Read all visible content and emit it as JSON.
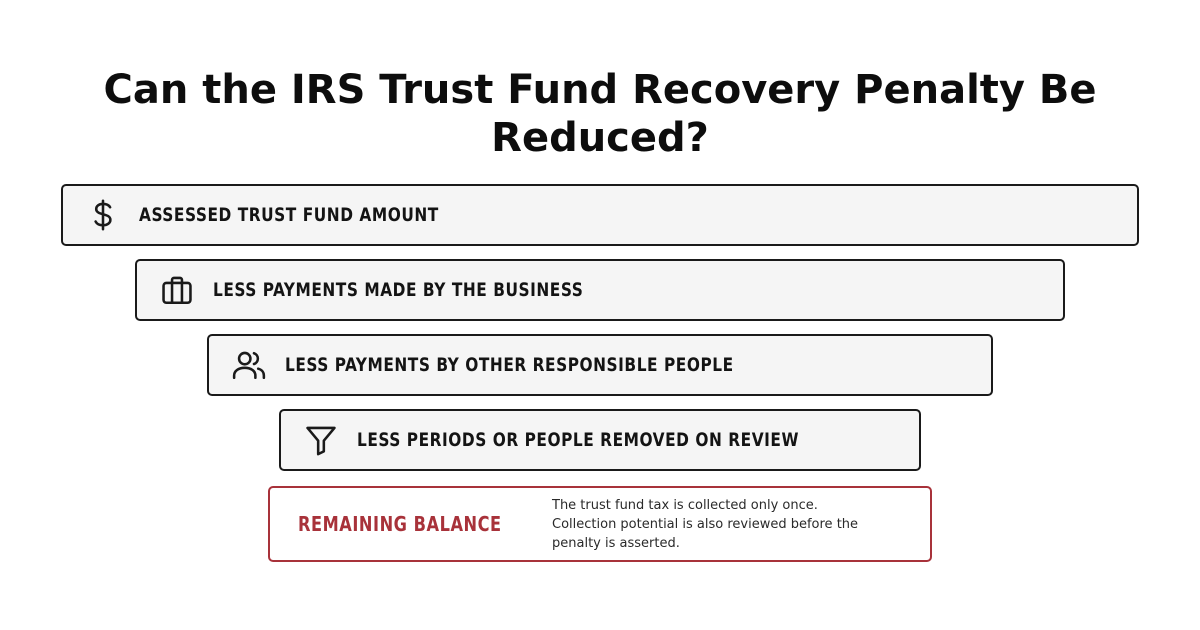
{
  "title": "Can the IRS Trust Fund Recovery Penalty Be Reduced?",
  "steps": [
    {
      "label": "ASSESSED TRUST FUND AMOUNT",
      "icon": "dollar-icon"
    },
    {
      "label": "LESS PAYMENTS MADE BY THE BUSINESS",
      "icon": "briefcase-icon"
    },
    {
      "label": "LESS PAYMENTS BY OTHER RESPONSIBLE PEOPLE",
      "icon": "users-icon"
    },
    {
      "label": "LESS PERIODS OR PEOPLE REMOVED ON REVIEW",
      "icon": "funnel-icon"
    }
  ],
  "result": {
    "label": "REMAINING BALANCE",
    "note_lines": [
      "The trust fund tax is collected only once.",
      "Collection potential is also reviewed before the",
      "penalty is asserted."
    ]
  },
  "colors": {
    "accent": "#a8323a",
    "border": "#1a1a1a",
    "step_bg": "#f5f5f5"
  }
}
